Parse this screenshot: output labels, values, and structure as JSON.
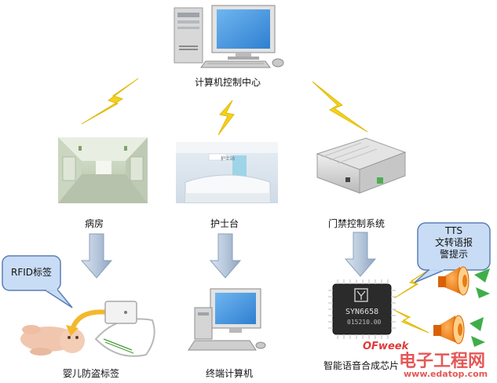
{
  "nodes": {
    "center": "计算机控制中心",
    "ward": "病房",
    "nurse_station": "护士台",
    "access_control": "门禁控制系统",
    "baby_tag": "婴儿防盗标签",
    "terminal": "终端计算机",
    "voice_chip": "智能语音合成芯片"
  },
  "callouts": {
    "rfid": "RFID标签",
    "tts_line1": "TTS",
    "tts_line2": "文转语报",
    "tts_line3": "警提示"
  },
  "chip": {
    "model": "SYN6658",
    "code": "015210.00"
  },
  "nurse_sign": "护士站",
  "watermark": {
    "brand": "OFweek",
    "cn": "电子工程网",
    "url": "www.edatop.com"
  },
  "colors": {
    "arrow_fill": "#b8c8dc",
    "bolt": "#f2d21c",
    "bubble_fill": "#c9dcf5",
    "bubble_stroke": "#5a7fb5",
    "speaker": "#f07a12",
    "watermark": "#e03b3b"
  },
  "icons": {
    "wireless": "lightning-bolt-icon",
    "flow": "down-arrow-icon",
    "audio": "loudspeaker-icon"
  }
}
